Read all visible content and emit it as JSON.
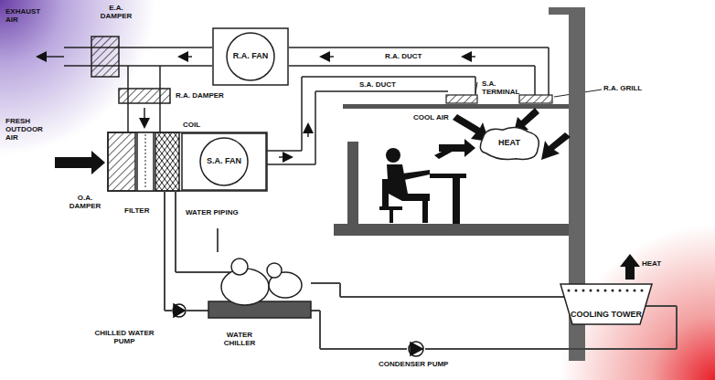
{
  "diagram": {
    "nodes": [
      {
        "text": [
          "R.A. FAN"
        ]
      },
      {
        "text": [
          "S.A. FAN"
        ]
      },
      {
        "text": [
          "HEAT"
        ]
      },
      {
        "text": [
          "COOLING TOWER"
        ]
      }
    ],
    "labels": [
      "EXHAUST AIR",
      "E.A. DAMPER",
      "R.A. DUCT",
      "R.A. DAMPER",
      "FRESH OUTDOOR AIR",
      "COIL",
      "S.A. DUCT",
      "S.A. TERMINAL",
      "R.A. GRILL",
      "COOL AIR",
      "O.A. DAMPER",
      "FILTER",
      "WATER PIPING",
      "HEAT",
      "CHILLED WATER PUMP",
      "WATER CHILLER",
      "CONDENSER PUMP"
    ]
  }
}
